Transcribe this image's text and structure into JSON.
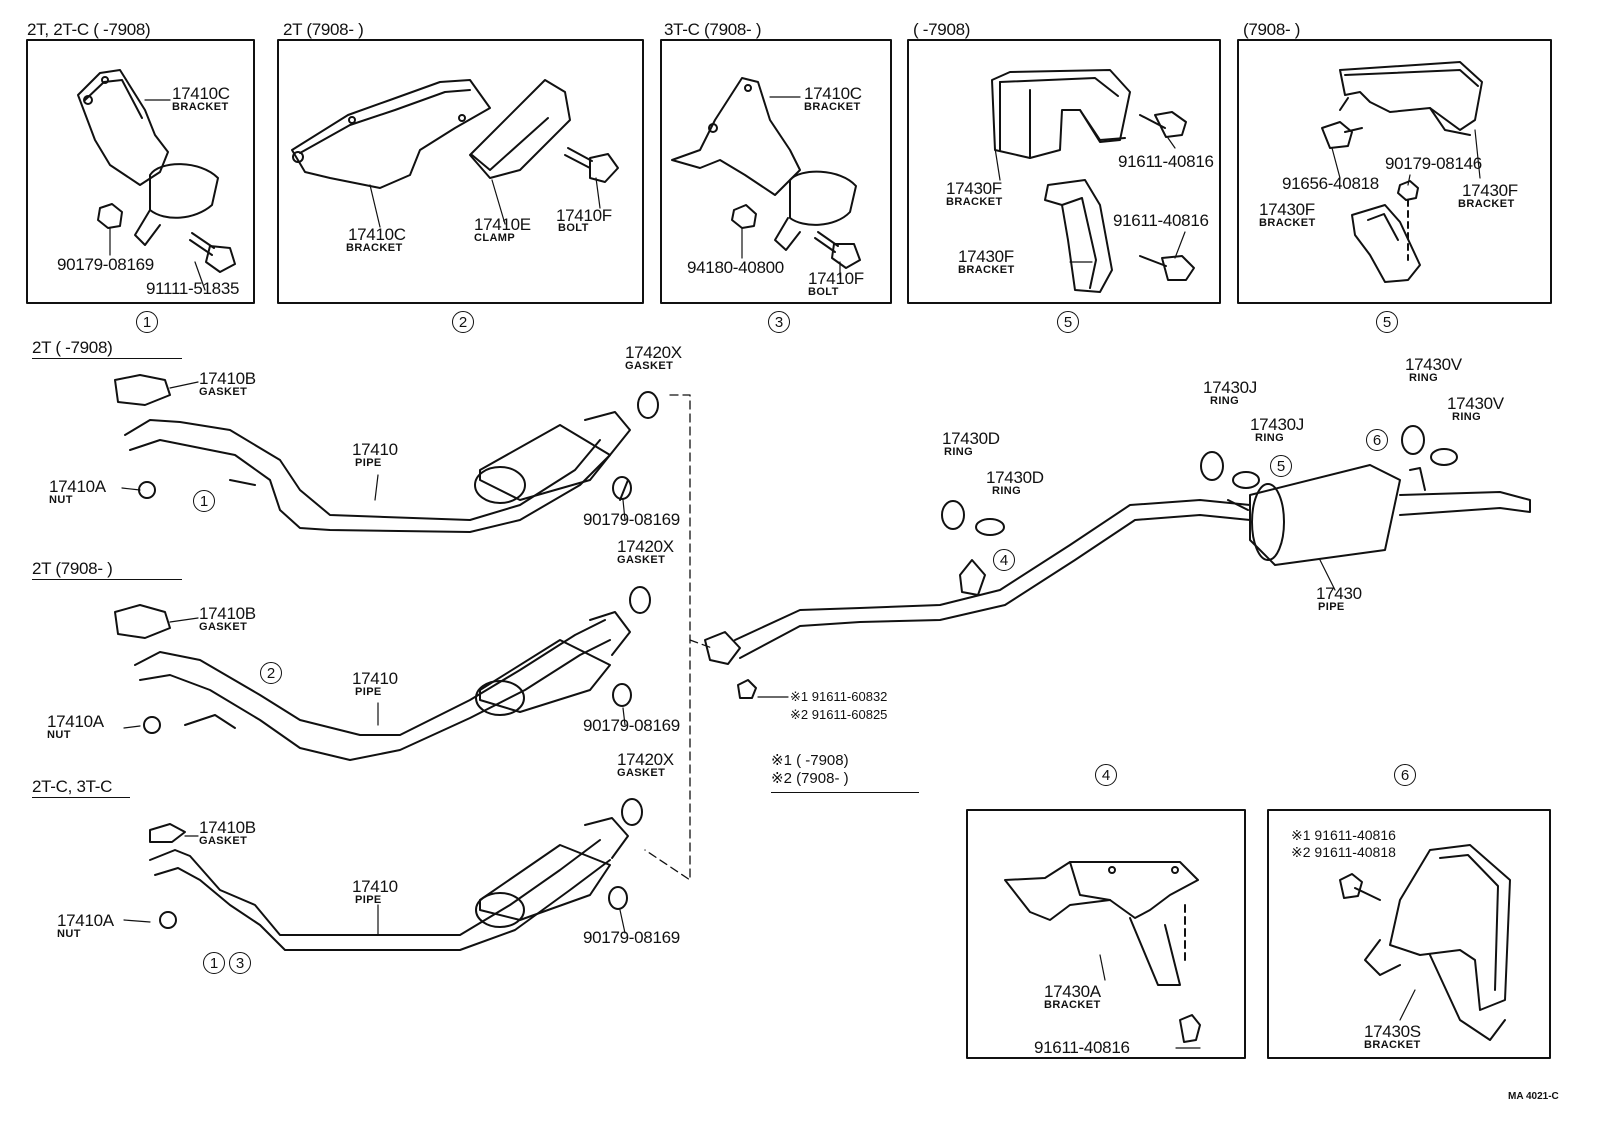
{
  "headers": {
    "box1": "2T, 2T-C (        -7908)",
    "box2": "2T (7908-          )",
    "box3": "3T-C (7908-          )",
    "box4": "(        -7908)",
    "box5": "(7908-          )",
    "var1": "2T (        -7908)",
    "var2": "2T (7908-          )",
    "var3": "2T-C, 3T-C"
  },
  "circles": {
    "b1": "1",
    "b2": "2",
    "b3": "3",
    "b4": "5",
    "b5": "5",
    "v1": "1",
    "v2": "2",
    "v3a": "1",
    "v3b": "3",
    "r4": "4",
    "r5": "5",
    "r6": "6",
    "d4": "4",
    "d6": "6"
  },
  "parts": {
    "p17410C_a": "17410C",
    "d_bracket_a": "BRACKET",
    "p90179_08169_a": "90179-08169",
    "p91111_51835": "91111-51835",
    "p17410C_b": "17410C",
    "d_bracket_b": "BRACKET",
    "p17410E": "17410E",
    "d_clamp": "CLAMP",
    "p17410F_a": "17410F",
    "d_bolt_a": "BOLT",
    "p17410C_c": "17410C",
    "d_bracket_c": "BRACKET",
    "p94180_40800": "94180-40800",
    "p17410F_b": "17410F",
    "d_bolt_b": "BOLT",
    "p17430F_a": "17430F",
    "d_bracket_d": "BRACKET",
    "p91611_40816_a": "91611-40816",
    "p91611_40816_b": "91611-40816",
    "p17430F_b": "17430F",
    "d_bracket_e": "BRACKET",
    "p91656_40818": "91656-40818",
    "p90179_08146": "90179-08146",
    "p17430F_c": "17430F",
    "d_bracket_f": "BRACKET",
    "p17430F_d": "17430F",
    "d_bracket_g": "BRACKET",
    "p17420X_a": "17420X",
    "d_gasket_a": "GASKET",
    "p17410B_a": "17410B",
    "d_gasket_b": "GASKET",
    "p17410_a": "17410",
    "d_pipe_a": "PIPE",
    "p17410A_a": "17410A",
    "d_nut_a": "NUT",
    "p90179_08169_b": "90179-08169",
    "p17420X_b": "17420X",
    "d_gasket_c": "GASKET",
    "p17410B_b": "17410B",
    "d_gasket_d": "GASKET",
    "p17410_b": "17410",
    "d_pipe_b": "PIPE",
    "p17410A_b": "17410A",
    "d_nut_b": "NUT",
    "p90179_08169_c": "90179-08169",
    "p17420X_c": "17420X",
    "d_gasket_e": "GASKET",
    "p17410B_c": "17410B",
    "d_gasket_f": "GASKET",
    "p17410_c": "17410",
    "d_pipe_c": "PIPE",
    "p17410A_c": "17410A",
    "d_nut_c": "NUT",
    "p90179_08169_d": "90179-08169",
    "p17430D_a": "17430D",
    "d_ring_a": "RING",
    "p17430D_b": "17430D",
    "d_ring_b": "RING",
    "p17430J_a": "17430J",
    "d_ring_c": "RING",
    "p17430J_b": "17430J",
    "d_ring_d": "RING",
    "p17430V_a": "17430V",
    "d_ring_e": "RING",
    "p17430V_b": "17430V",
    "d_ring_f": "RING",
    "p17430": "17430",
    "d_pipe_d": "PIPE",
    "p91611_60832": "※1 91611-60832",
    "p91611_60825": "※2 91611-60825",
    "p17430A": "17430A",
    "d_bracket_h": "BRACKET",
    "p91611_40816_c": "91611-40816",
    "p91611_40816_d": "※1 91611-40816",
    "p91611_40818": "※2 91611-40818",
    "p17430S": "17430S",
    "d_bracket_i": "BRACKET"
  },
  "notes": {
    "n1": "※1 (        -7908)",
    "n2": "※2 (7908-          )"
  },
  "footer": {
    "code": "MA 4021-C"
  }
}
